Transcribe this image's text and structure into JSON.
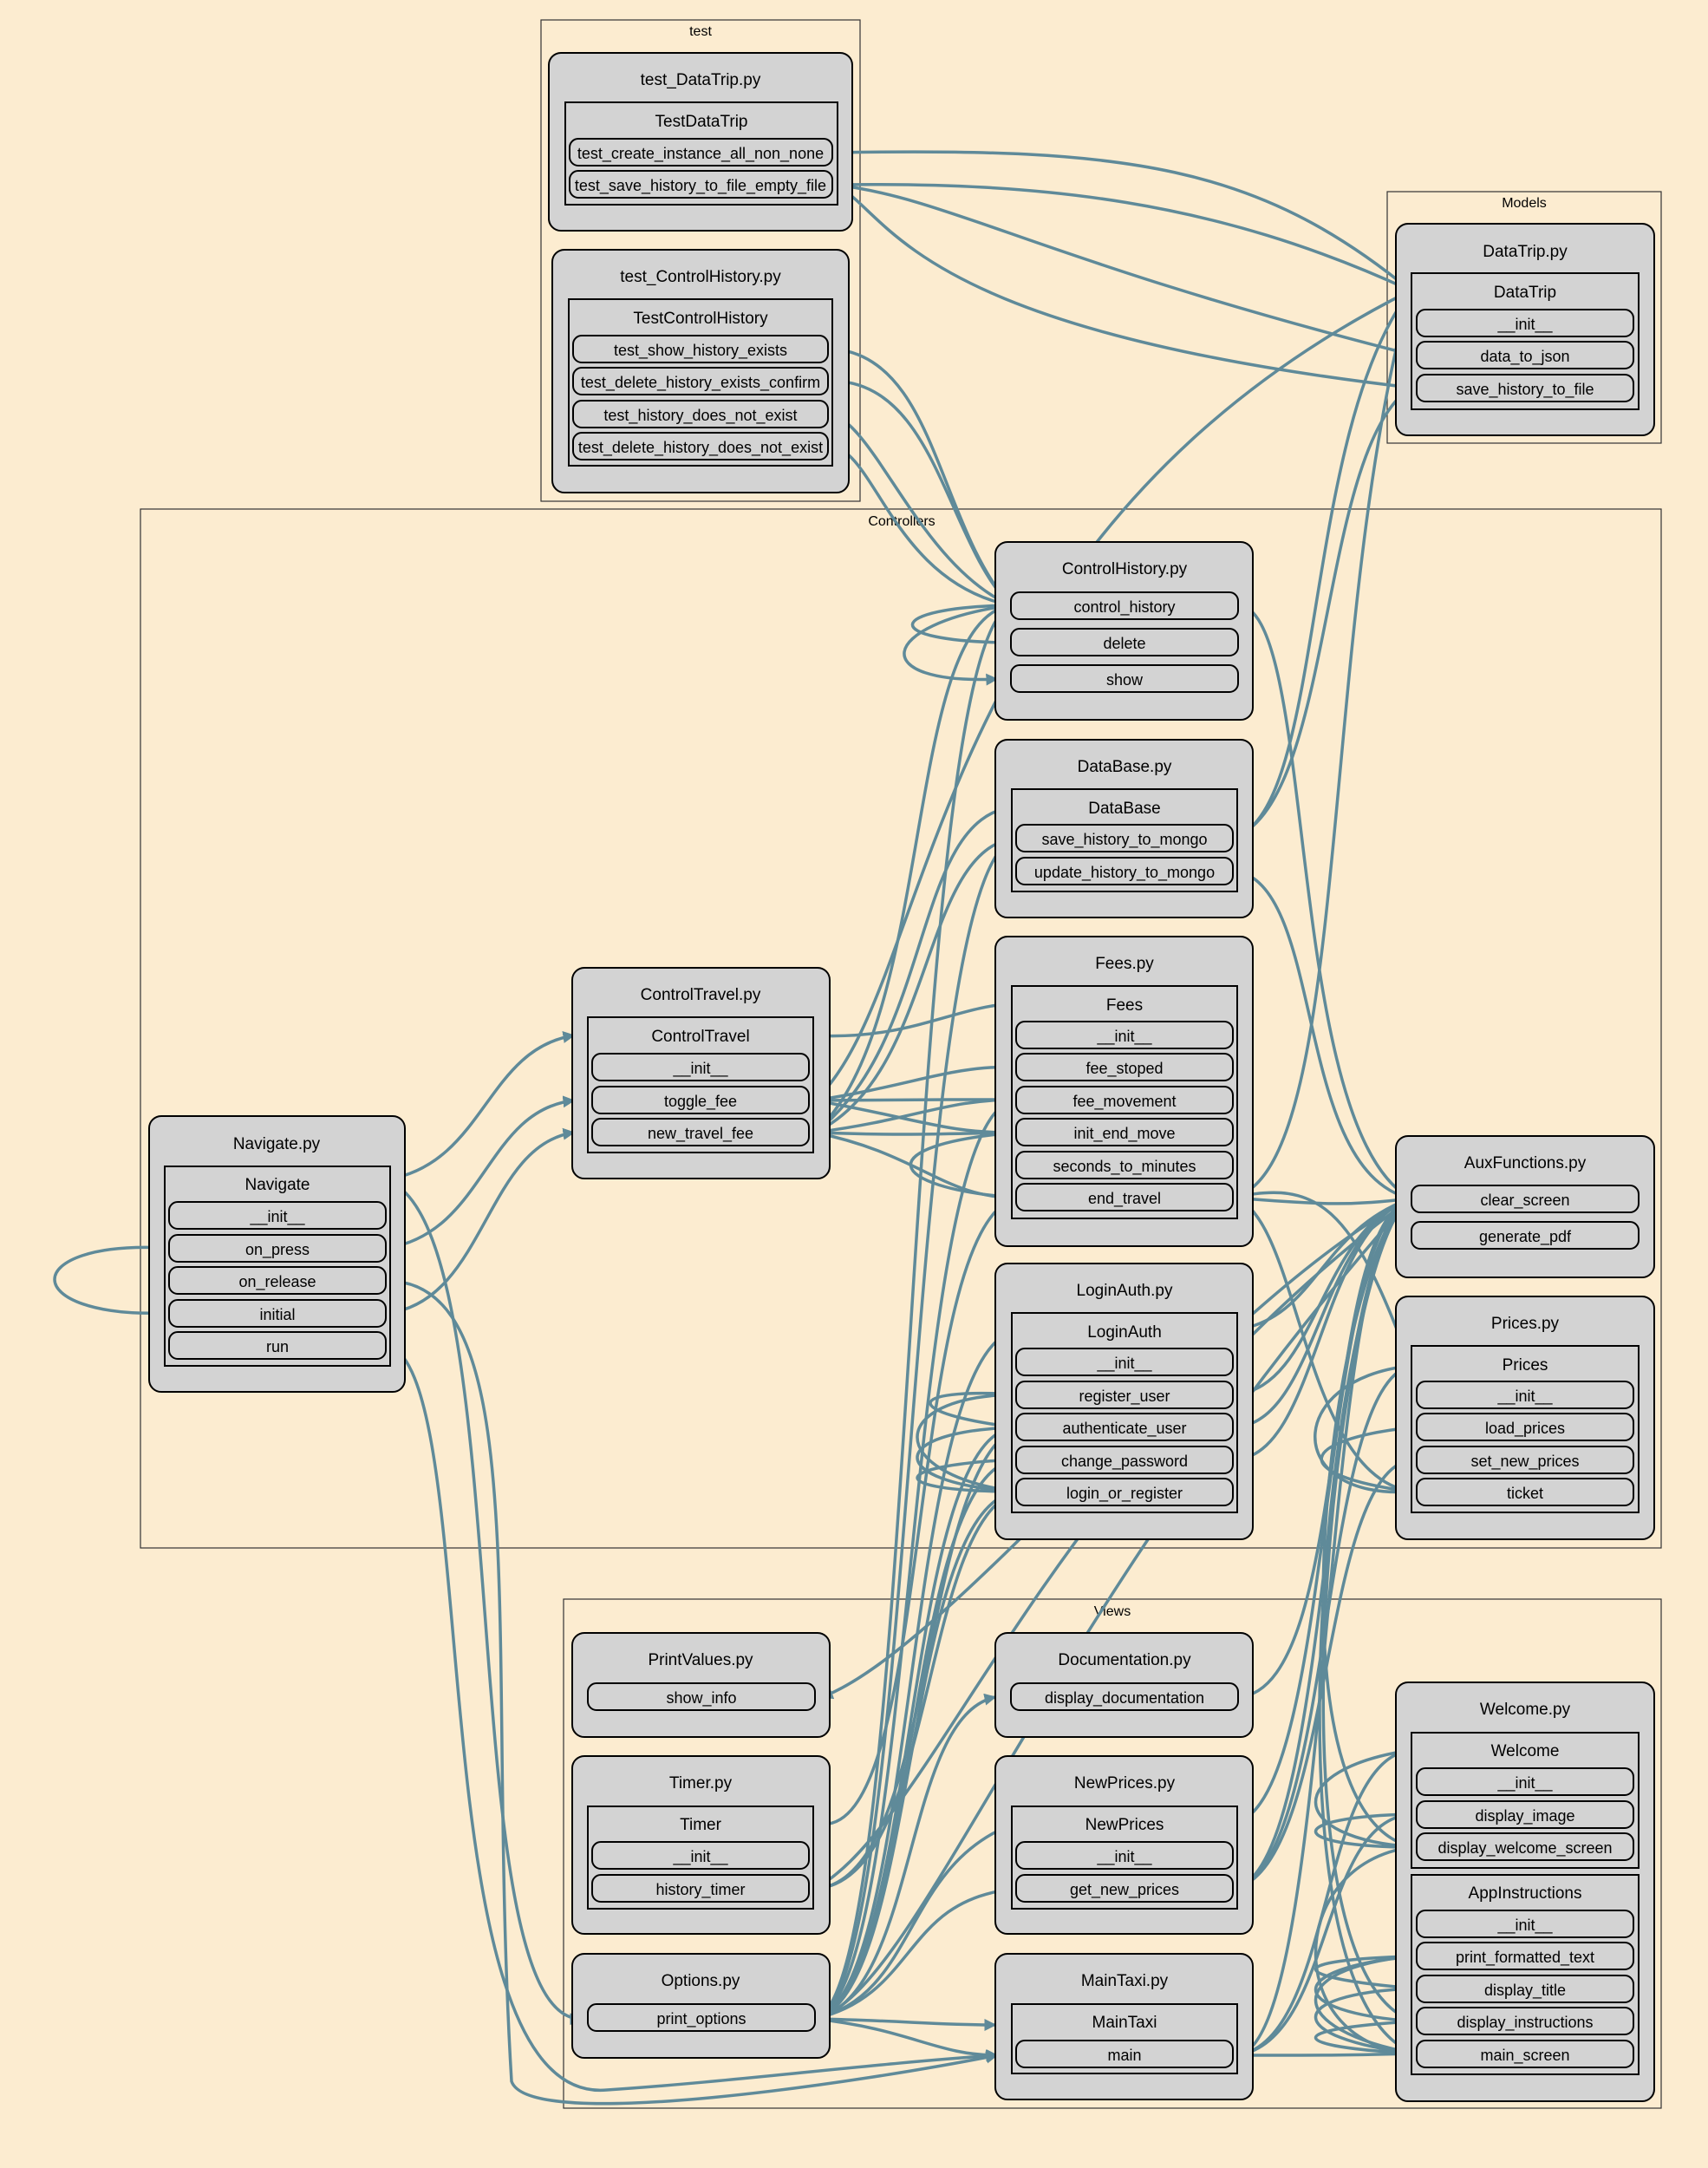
{
  "colors": {
    "background": "#fcecd0",
    "node_fill": "#d3d3d3",
    "edge": "#5f8a99",
    "border": "#000000"
  },
  "clusters": [
    {
      "id": "test",
      "label": "test"
    },
    {
      "id": "models",
      "label": "Models"
    },
    {
      "id": "controllers",
      "label": "Controllers"
    },
    {
      "id": "views",
      "label": "Views"
    }
  ],
  "files": [
    {
      "id": "test_datatrip",
      "label": "test_DataTrip.py"
    },
    {
      "id": "test_controlhistory",
      "label": "test_ControlHistory.py"
    },
    {
      "id": "datatrip",
      "label": "DataTrip.py"
    },
    {
      "id": "controlhistory",
      "label": "ControlHistory.py"
    },
    {
      "id": "database",
      "label": "DataBase.py"
    },
    {
      "id": "fees",
      "label": "Fees.py"
    },
    {
      "id": "controltravel",
      "label": "ControlTravel.py"
    },
    {
      "id": "navigate",
      "label": "Navigate.py"
    },
    {
      "id": "loginauth",
      "label": "LoginAuth.py"
    },
    {
      "id": "auxfunctions",
      "label": "AuxFunctions.py"
    },
    {
      "id": "prices",
      "label": "Prices.py"
    },
    {
      "id": "printvalues",
      "label": "PrintValues.py"
    },
    {
      "id": "documentation",
      "label": "Documentation.py"
    },
    {
      "id": "timer",
      "label": "Timer.py"
    },
    {
      "id": "newprices",
      "label": "NewPrices.py"
    },
    {
      "id": "welcome",
      "label": "Welcome.py"
    },
    {
      "id": "options",
      "label": "Options.py"
    },
    {
      "id": "maintaxi",
      "label": "MainTaxi.py"
    }
  ],
  "classes": [
    {
      "id": "c_testdatatrip",
      "label": "TestDataTrip"
    },
    {
      "id": "c_testcontrolhistory",
      "label": "TestControlHistory"
    },
    {
      "id": "c_datatrip",
      "label": "DataTrip"
    },
    {
      "id": "c_database",
      "label": "DataBase"
    },
    {
      "id": "c_fees",
      "label": "Fees"
    },
    {
      "id": "c_controltravel",
      "label": "ControlTravel"
    },
    {
      "id": "c_navigate",
      "label": "Navigate"
    },
    {
      "id": "c_loginauth",
      "label": "LoginAuth"
    },
    {
      "id": "c_prices",
      "label": "Prices"
    },
    {
      "id": "c_timer",
      "label": "Timer"
    },
    {
      "id": "c_newprices",
      "label": "NewPrices"
    },
    {
      "id": "c_welcome",
      "label": "Welcome"
    },
    {
      "id": "c_appinstructions",
      "label": "AppInstructions"
    },
    {
      "id": "c_maintaxi",
      "label": "MainTaxi"
    }
  ],
  "functions": [
    {
      "id": "f_tdt_create",
      "label": "test_create_instance_all_non_none"
    },
    {
      "id": "f_tdt_save",
      "label": "test_save_history_to_file_empty_file"
    },
    {
      "id": "f_tch_show",
      "label": "test_show_history_exists"
    },
    {
      "id": "f_tch_delete",
      "label": "test_delete_history_exists_confirm"
    },
    {
      "id": "f_tch_notexist",
      "label": "test_history_does_not_exist"
    },
    {
      "id": "f_tch_delnot",
      "label": "test_delete_history_does_not_exist"
    },
    {
      "id": "f_dt_init",
      "label": "__init__"
    },
    {
      "id": "f_dt_json",
      "label": "data_to_json"
    },
    {
      "id": "f_dt_save",
      "label": "save_history_to_file"
    },
    {
      "id": "f_ch_control",
      "label": "control_history"
    },
    {
      "id": "f_ch_delete",
      "label": "delete"
    },
    {
      "id": "f_ch_show",
      "label": "show"
    },
    {
      "id": "f_db_save",
      "label": "save_history_to_mongo"
    },
    {
      "id": "f_db_update",
      "label": "update_history_to_mongo"
    },
    {
      "id": "f_fe_init",
      "label": "__init__"
    },
    {
      "id": "f_fe_stoped",
      "label": "fee_stoped"
    },
    {
      "id": "f_fe_move",
      "label": "fee_movement"
    },
    {
      "id": "f_fe_initend",
      "label": "init_end_move"
    },
    {
      "id": "f_fe_sec",
      "label": "seconds_to_minutes"
    },
    {
      "id": "f_fe_end",
      "label": "end_travel"
    },
    {
      "id": "f_ct_init",
      "label": "__init__"
    },
    {
      "id": "f_ct_toggle",
      "label": "toggle_fee"
    },
    {
      "id": "f_ct_newfee",
      "label": "new_travel_fee"
    },
    {
      "id": "f_nv_init",
      "label": "__init__"
    },
    {
      "id": "f_nv_press",
      "label": "on_press"
    },
    {
      "id": "f_nv_release",
      "label": "on_release"
    },
    {
      "id": "f_nv_initial",
      "label": "initial"
    },
    {
      "id": "f_nv_run",
      "label": "run"
    },
    {
      "id": "f_la_init",
      "label": "__init__"
    },
    {
      "id": "f_la_register",
      "label": "register_user"
    },
    {
      "id": "f_la_auth",
      "label": "authenticate_user"
    },
    {
      "id": "f_la_change",
      "label": "change_password"
    },
    {
      "id": "f_la_login",
      "label": "login_or_register"
    },
    {
      "id": "f_af_clear",
      "label": "clear_screen"
    },
    {
      "id": "f_af_pdf",
      "label": "generate_pdf"
    },
    {
      "id": "f_pr_init",
      "label": "__init__"
    },
    {
      "id": "f_pr_load",
      "label": "load_prices"
    },
    {
      "id": "f_pr_set",
      "label": "set_new_prices"
    },
    {
      "id": "f_pr_ticket",
      "label": "ticket"
    },
    {
      "id": "f_pv_show",
      "label": "show_info"
    },
    {
      "id": "f_doc_display",
      "label": "display_documentation"
    },
    {
      "id": "f_tm_init",
      "label": "__init__"
    },
    {
      "id": "f_tm_history",
      "label": "history_timer"
    },
    {
      "id": "f_np_init",
      "label": "__init__"
    },
    {
      "id": "f_np_get",
      "label": "get_new_prices"
    },
    {
      "id": "f_wc_init",
      "label": "__init__"
    },
    {
      "id": "f_wc_image",
      "label": "display_image"
    },
    {
      "id": "f_wc_screen",
      "label": "display_welcome_screen"
    },
    {
      "id": "f_ai_init",
      "label": "__init__"
    },
    {
      "id": "f_ai_print",
      "label": "print_formatted_text"
    },
    {
      "id": "f_ai_title",
      "label": "display_title"
    },
    {
      "id": "f_ai_instr",
      "label": "display_instructions"
    },
    {
      "id": "f_ai_main",
      "label": "main_screen"
    },
    {
      "id": "f_op_print",
      "label": "print_options"
    },
    {
      "id": "f_mt_main",
      "label": "main"
    }
  ]
}
